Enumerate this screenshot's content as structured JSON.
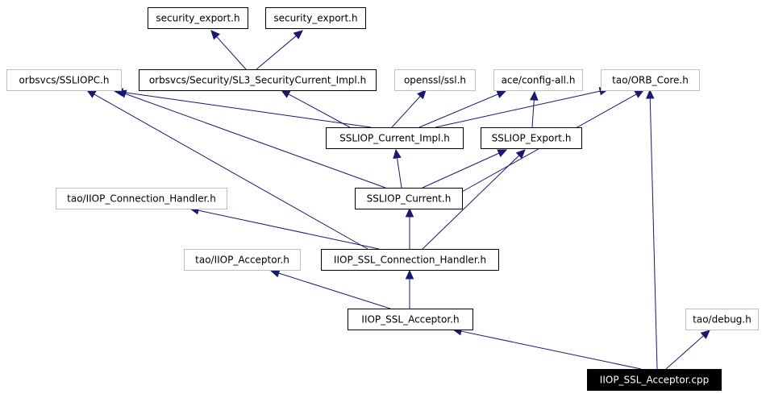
{
  "graph": {
    "nodes": [
      {
        "id": "security_export_1",
        "label": "security_export.h",
        "style": "dark"
      },
      {
        "id": "security_export_2",
        "label": "security_export.h",
        "style": "dark"
      },
      {
        "id": "sslio_pc",
        "label": "orbsvcs/SSLIOPC.h",
        "style": "gray"
      },
      {
        "id": "sl3_current_impl",
        "label": "orbsvcs/Security/SL3_SecurityCurrent_Impl.h",
        "style": "dark"
      },
      {
        "id": "openssl",
        "label": "openssl/ssl.h",
        "style": "gray"
      },
      {
        "id": "ace_config",
        "label": "ace/config-all.h",
        "style": "gray"
      },
      {
        "id": "orb_core",
        "label": "tao/ORB_Core.h",
        "style": "gray"
      },
      {
        "id": "ssliop_current_impl",
        "label": "SSLIOP_Current_Impl.h",
        "style": "dark"
      },
      {
        "id": "ssliop_export",
        "label": "SSLIOP_Export.h",
        "style": "dark"
      },
      {
        "id": "iiop_conn_handler",
        "label": "tao/IIOP_Connection_Handler.h",
        "style": "gray"
      },
      {
        "id": "ssliop_current",
        "label": "SSLIOP_Current.h",
        "style": "dark"
      },
      {
        "id": "iiop_acceptor_h",
        "label": "tao/IIOP_Acceptor.h",
        "style": "gray"
      },
      {
        "id": "iiop_ssl_conn_handler",
        "label": "IIOP_SSL_Connection_Handler.h",
        "style": "dark"
      },
      {
        "id": "iiop_ssl_acceptor_h",
        "label": "IIOP_SSL_Acceptor.h",
        "style": "dark"
      },
      {
        "id": "debug",
        "label": "tao/debug.h",
        "style": "gray"
      },
      {
        "id": "iiop_ssl_acceptor_cpp",
        "label": "IIOP_SSL_Acceptor.cpp",
        "style": "focus"
      }
    ],
    "edges": [
      {
        "from": "sl3_current_impl",
        "to": "security_export_1"
      },
      {
        "from": "sl3_current_impl",
        "to": "security_export_2"
      },
      {
        "from": "ssliop_current_impl",
        "to": "sslio_pc"
      },
      {
        "from": "ssliop_current_impl",
        "to": "sl3_current_impl"
      },
      {
        "from": "ssliop_current_impl",
        "to": "openssl"
      },
      {
        "from": "ssliop_current_impl",
        "to": "ace_config"
      },
      {
        "from": "ssliop_current_impl",
        "to": "orb_core"
      },
      {
        "from": "ssliop_export",
        "to": "ace_config"
      },
      {
        "from": "ssliop_current",
        "to": "sslio_pc"
      },
      {
        "from": "ssliop_current",
        "to": "ssliop_current_impl"
      },
      {
        "from": "ssliop_current",
        "to": "ssliop_export"
      },
      {
        "from": "ssliop_current",
        "to": "orb_core"
      },
      {
        "from": "iiop_ssl_conn_handler",
        "to": "sslio_pc"
      },
      {
        "from": "iiop_ssl_conn_handler",
        "to": "iiop_conn_handler"
      },
      {
        "from": "iiop_ssl_conn_handler",
        "to": "ssliop_current"
      },
      {
        "from": "iiop_ssl_conn_handler",
        "to": "ssliop_export"
      },
      {
        "from": "iiop_ssl_acceptor_h",
        "to": "iiop_acceptor_h"
      },
      {
        "from": "iiop_ssl_acceptor_h",
        "to": "iiop_ssl_conn_handler"
      },
      {
        "from": "iiop_ssl_acceptor_cpp",
        "to": "iiop_ssl_acceptor_h"
      },
      {
        "from": "iiop_ssl_acceptor_cpp",
        "to": "debug"
      },
      {
        "from": "iiop_ssl_acceptor_cpp",
        "to": "orb_core"
      }
    ]
  },
  "colors": {
    "edge": "#191970",
    "dark_border": "#000000",
    "gray_border": "#bfbfbf",
    "focus_fill": "#000000",
    "focus_text": "#ffffff"
  }
}
